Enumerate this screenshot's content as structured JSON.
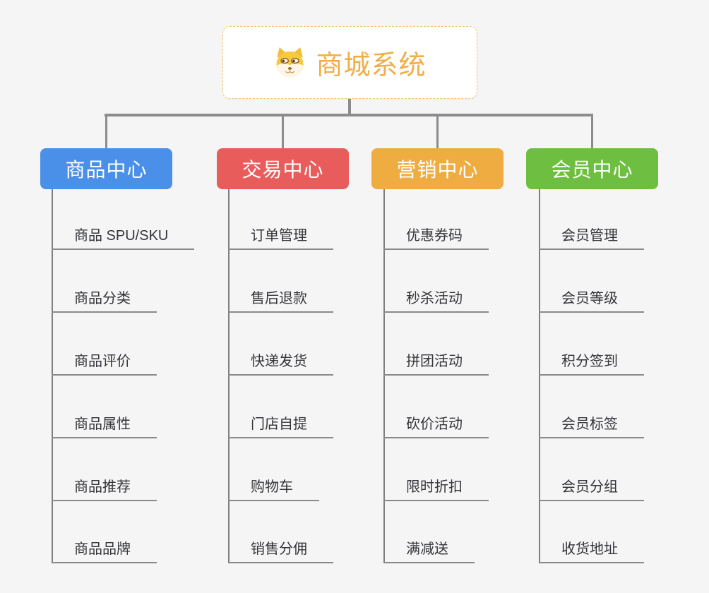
{
  "root": {
    "title": "商城系统",
    "icon": "doge-face-icon"
  },
  "branches": [
    {
      "label": "商品中心",
      "color": "#4a90e8",
      "children": [
        "商品 SPU/SKU",
        "商品分类",
        "商品评价",
        "商品属性",
        "商品推荐",
        "商品品牌"
      ]
    },
    {
      "label": "交易中心",
      "color": "#e85d5c",
      "children": [
        "订单管理",
        "售后退款",
        "快递发货",
        "门店自提",
        "购物车",
        "销售分佣"
      ]
    },
    {
      "label": "营销中心",
      "color": "#eeac41",
      "children": [
        "优惠券码",
        "秒杀活动",
        "拼团活动",
        "砍价活动",
        "限时折扣",
        "满减送"
      ]
    },
    {
      "label": "会员中心",
      "color": "#6ebf41",
      "children": [
        "会员管理",
        "会员等级",
        "积分签到",
        "会员标签",
        "会员分组",
        "收货地址"
      ]
    }
  ],
  "colors": {
    "background": "#f5f5f5",
    "connector": "#8c8c8c",
    "trunk_line": "#7f7f7f",
    "leaf_underline": "#8a8a8a",
    "leaf_text": "#34353a",
    "root_border": "#f2c36b",
    "root_title": "#efae49",
    "doge_yellow": "#f6c93e",
    "doge_muzzle": "#fdf6e5"
  }
}
